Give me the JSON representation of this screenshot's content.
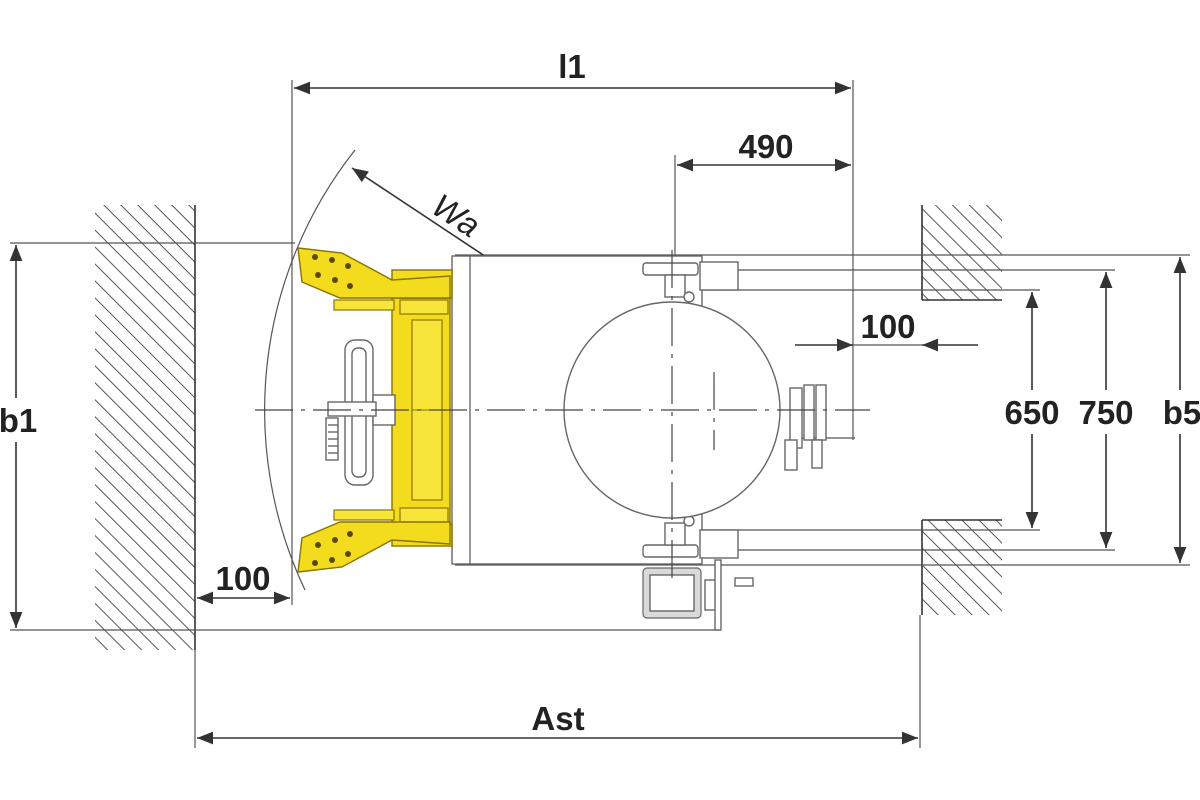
{
  "diagram": {
    "dimensions": {
      "l1": "l1",
      "d490": "490",
      "wa": "Wa",
      "d100_right": "100",
      "d650": "650",
      "d750": "750",
      "b5": "b5",
      "b1": "b1",
      "d100_left": "100",
      "ast": "Ast"
    },
    "colors": {
      "body_yellow": "#f3dc1e",
      "line": "#333333",
      "wall_hatch": "#555555"
    }
  }
}
